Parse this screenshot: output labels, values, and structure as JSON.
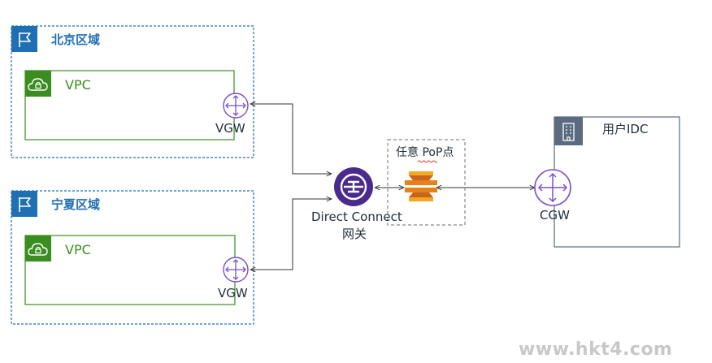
{
  "regions": [
    {
      "title": "北京区域",
      "vpc_label": "VPC",
      "gateway_label": "VGW"
    },
    {
      "title": "宁夏区域",
      "vpc_label": "VPC",
      "gateway_label": "VGW"
    }
  ],
  "direct_connect": {
    "line1": "Direct Connect",
    "line2": "网关"
  },
  "pop": {
    "label": "任意 PoP点"
  },
  "idc": {
    "title": "用户IDC",
    "gateway_label": "CGW"
  },
  "watermark": "www.hkt4.com",
  "colors": {
    "region_border": "#1f6fb5",
    "vpc_border": "#3a8d1e",
    "router_purple": "#7b4fc9",
    "dc_gateway_purple": "#4b2a8f",
    "pop_orange": "#e8801a",
    "idc_border": "#5a6b80"
  }
}
